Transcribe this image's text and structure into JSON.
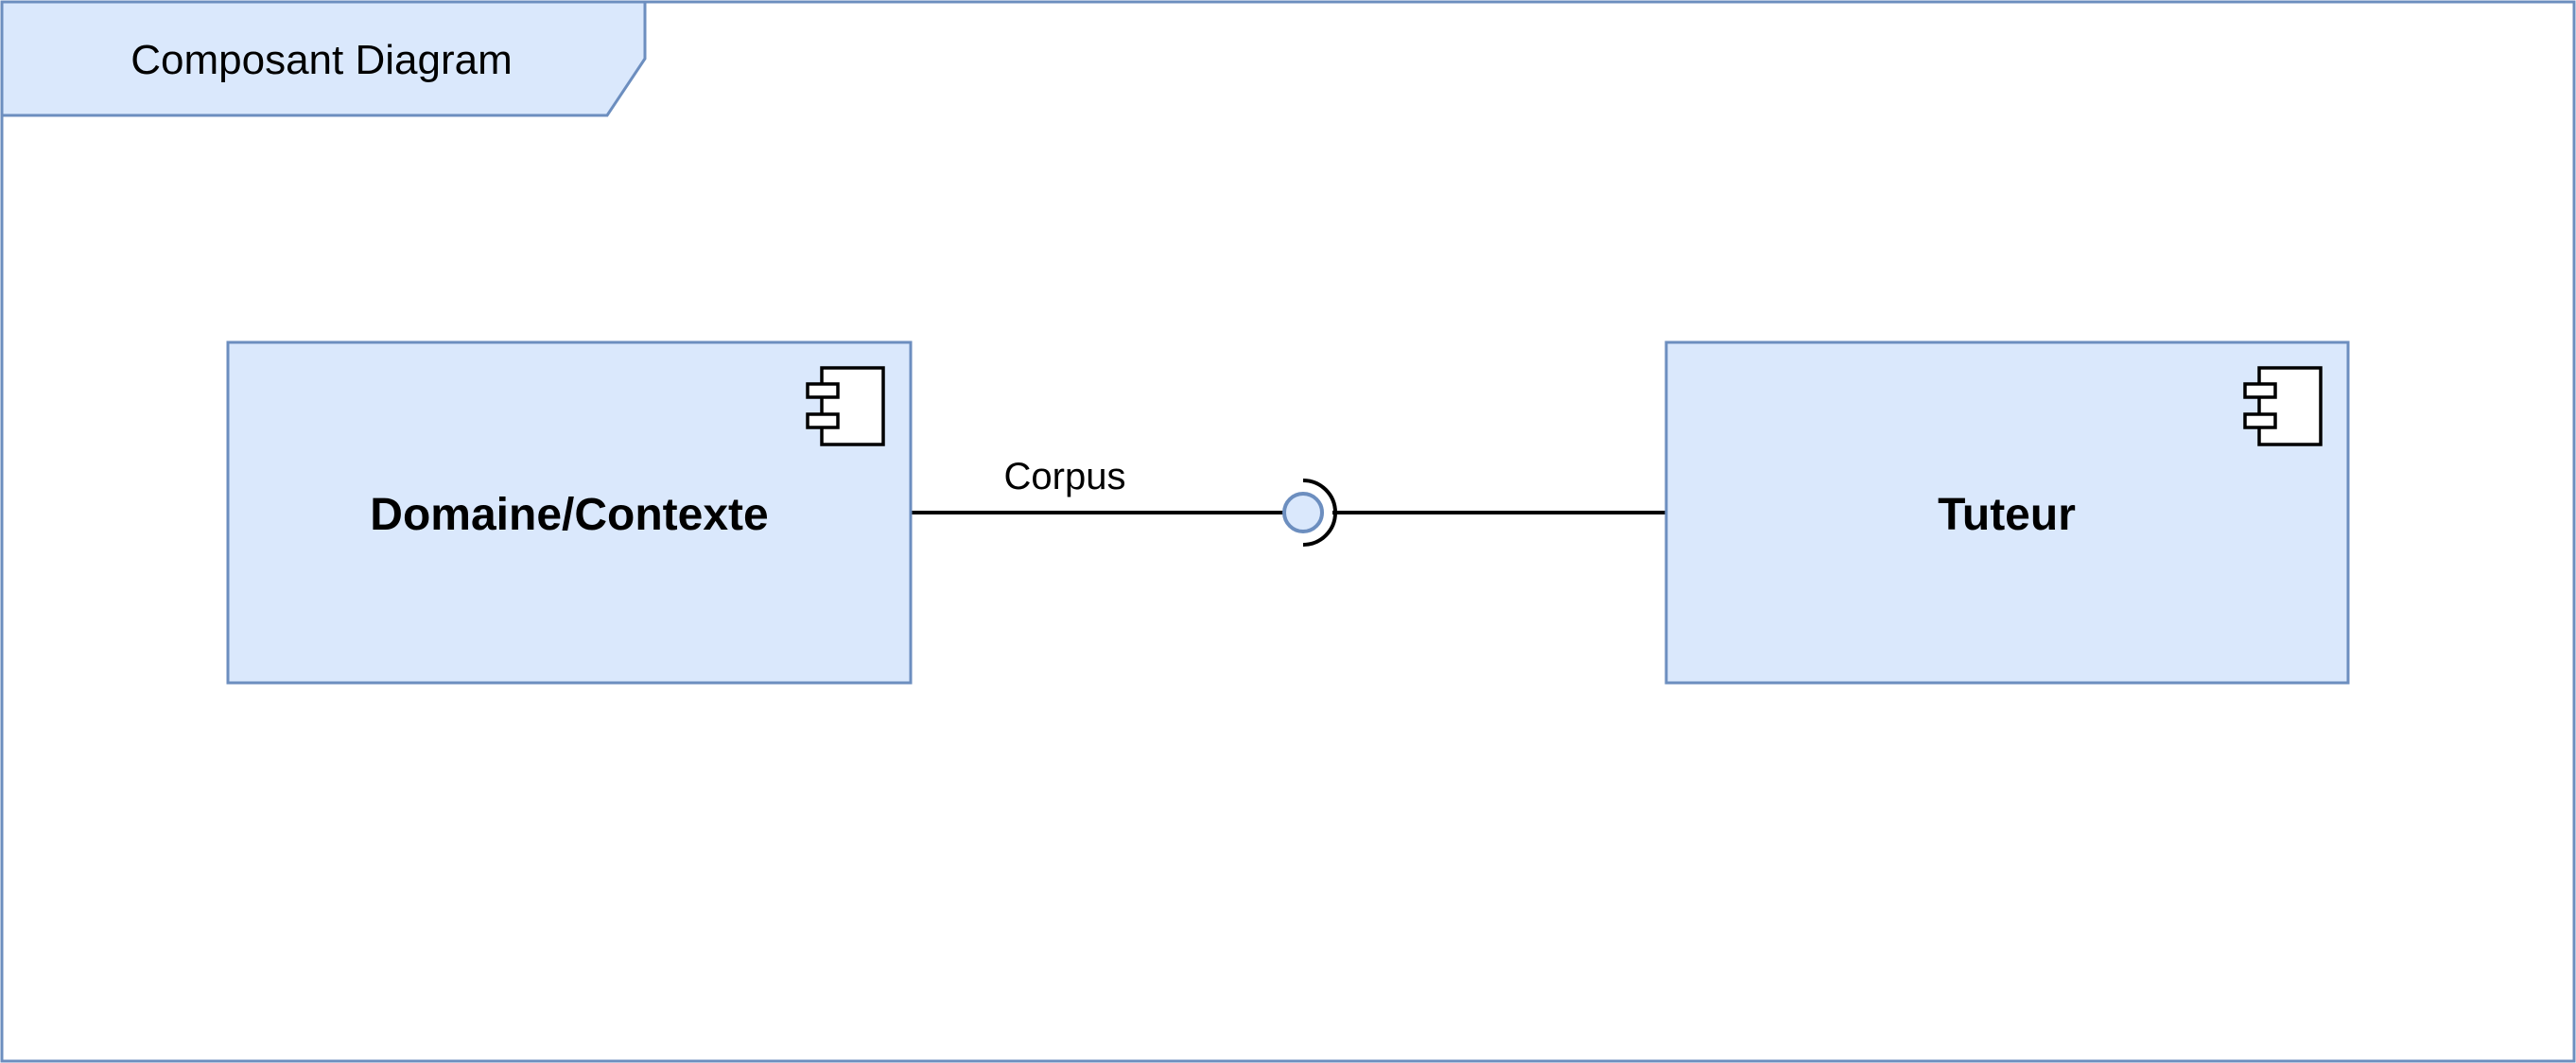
{
  "frame": {
    "title": "Composant Diagram"
  },
  "components": [
    {
      "name": "Domaine/Contexte"
    },
    {
      "name": "Tuteur"
    }
  ],
  "interface": {
    "label": "Corpus"
  },
  "colors": {
    "frame_border": "#6c8ebf",
    "fill": "#dae8fc",
    "line": "#000000",
    "background": "#ffffff"
  }
}
